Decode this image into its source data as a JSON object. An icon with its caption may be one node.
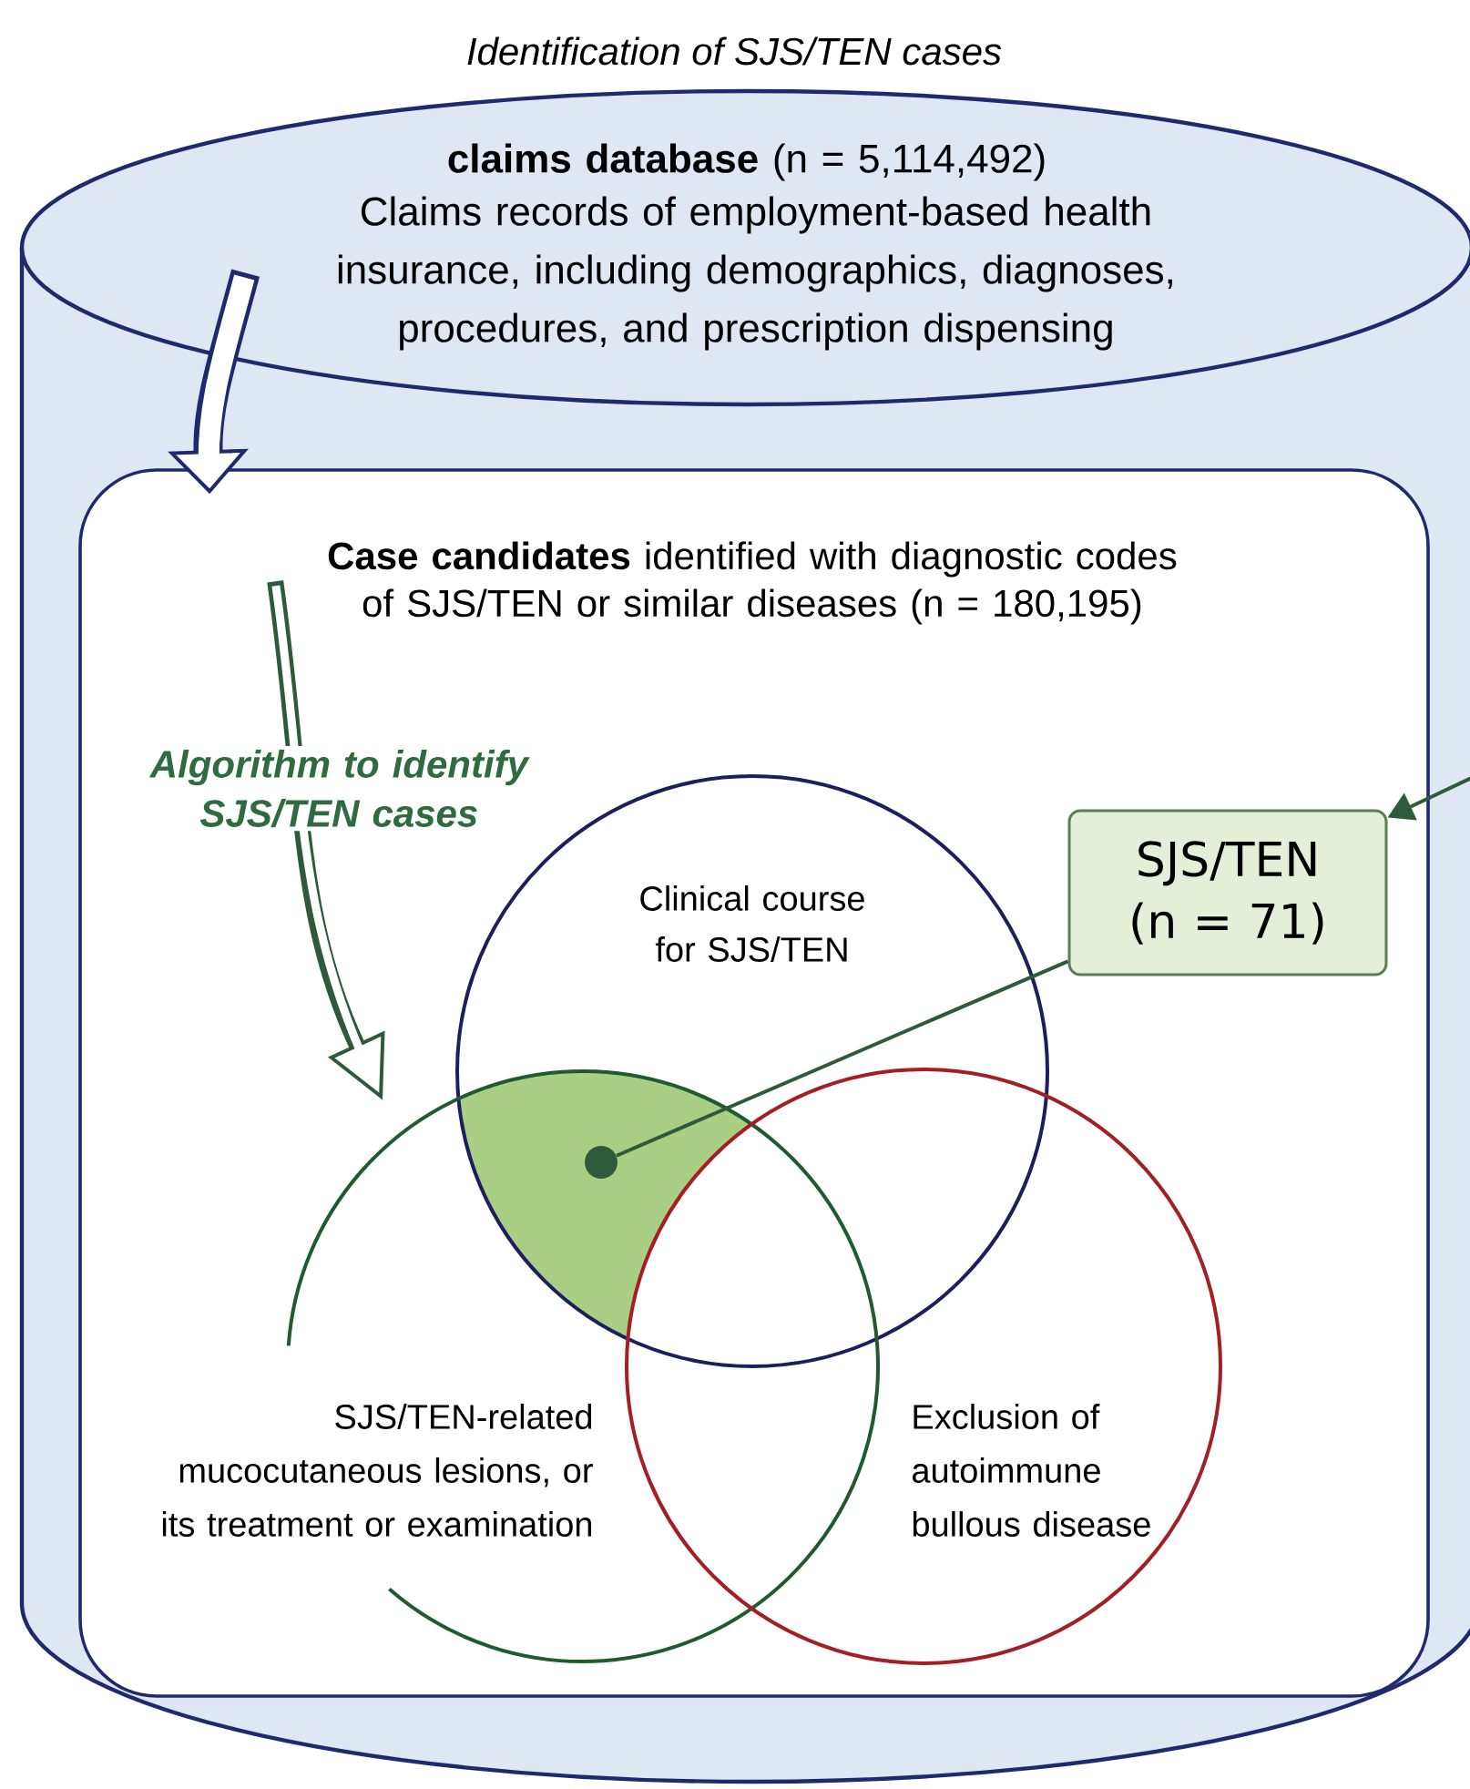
{
  "diagram": {
    "title": "Identification of SJS/TEN cases",
    "nodes": [
      {
        "text": [
          "**claims database** (n = 5,114,492)",
          "Claims records of employment-based health insurance, including demographics, diagnoses, procedures, and prescription dispensing"
        ]
      },
      {
        "text": [
          "**Case candidates** identified with diagnostic codes of SJS/TEN or similar diseases (n = 180,195)"
        ],
        "in": 0
      },
      {
        "text": [
          "Clinical course for SJS/TEN"
        ],
        "in": 1
      },
      {
        "text": [
          "SJS/TEN-related mucocutaneous lesions, or its treatment or examination"
        ],
        "in": 1
      },
      {
        "text": [
          "Exclusion of autoimmune bullous disease"
        ],
        "in": 1
      },
      {
        "text": [
          "SJS/TEN (n = 71)"
        ],
        "in": 1
      },
      {
        "text": [],
        "shape": "circle"
      }
    ],
    "edges": [
      {
        "from": 0,
        "to": 1,
        "arrow": "to",
        "style": "thick",
        "color": "#1f2a6e"
      },
      {
        "from": 1,
        "to": 3,
        "arrow": "to",
        "style": "thick",
        "label": "Algorithm to identify SJS/TEN cases"
      },
      {
        "from": 5,
        "to": 6,
        "arrow": "none"
      },
      {
        "from": null,
        "to": 5,
        "arrow": "to"
      }
    ]
  }
}
